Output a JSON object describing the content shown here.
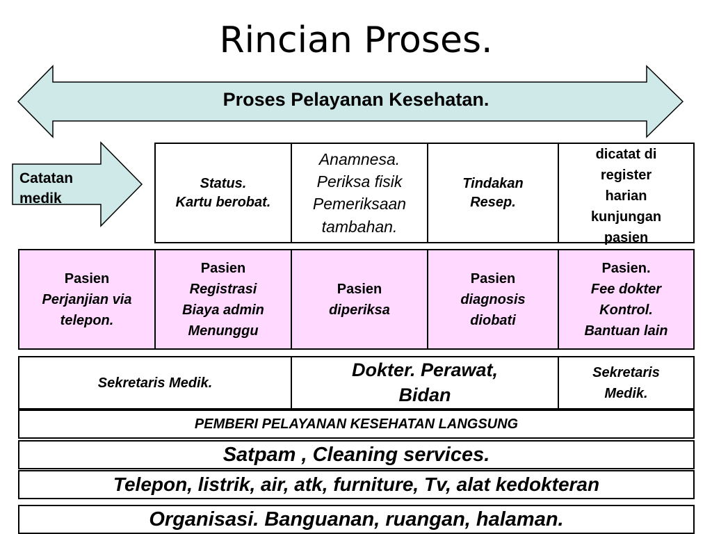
{
  "title": "Rincian Proses.",
  "banner": "Proses Pelayanan Kesehatan.",
  "catatan": {
    "line1": "Catatan",
    "line2": "medik"
  },
  "row1": {
    "status": [
      "Status.",
      "Kartu berobat."
    ],
    "anamnesa": [
      "Anamnesa.",
      "Periksa fisik",
      "Pemeriksaan",
      "tambahan."
    ],
    "tindakan": [
      "Tindakan",
      "Resep."
    ],
    "dicatat": [
      "dicatat di",
      "register",
      "harian",
      "kunjungan",
      "pasien"
    ]
  },
  "row2": {
    "perjanjian": [
      "Pasien",
      "Perjanjian  via",
      "telepon."
    ],
    "registrasi": [
      "Pasien",
      "Registrasi",
      "Biaya admin",
      "Menunggu"
    ],
    "diperiksa": [
      "Pasien",
      "diperiksa"
    ],
    "diagnosis": [
      "Pasien",
      "diagnosis",
      "diobati"
    ],
    "fee": [
      "Pasien.",
      "Fee dokter",
      "Kontrol.",
      "Bantuan lain"
    ]
  },
  "row3": {
    "sekretaris_left": "Sekretaris Medik.",
    "dokter": [
      "Dokter.  Perawat,",
      "Bidan"
    ],
    "sekretaris_right": [
      "Sekretaris",
      "Medik."
    ]
  },
  "bars": {
    "pemberi": "PEMBERI  PELAYANAN   KESEHATAN  LANGSUNG",
    "satpam": "Satpam ,   Cleaning services.",
    "telepon": "Telepon, listrik,  air,  atk, furniture, Tv,  alat kedokteran",
    "organisasi": "Organisasi. Banguanan,   ruangan,   halaman."
  },
  "colors": {
    "arrow_fill": "#cfe8e8",
    "pink_fill": "#ffd9ff",
    "stroke": "#000000"
  }
}
